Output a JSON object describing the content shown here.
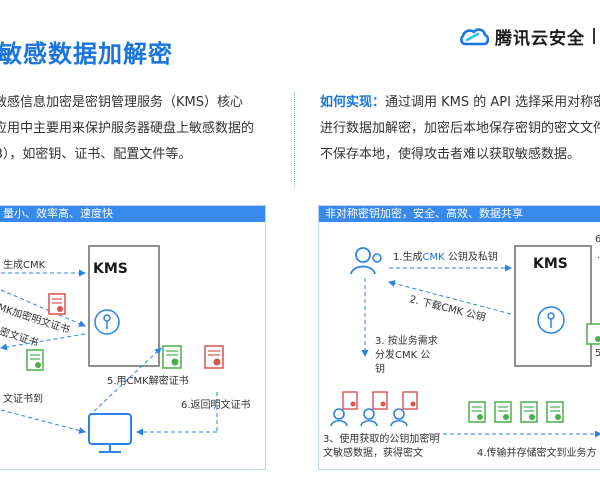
{
  "header": {
    "title": "敏感数据加解密",
    "brand": "腾讯云安全",
    "brand_separator": "|",
    "brand_cut": "云"
  },
  "left_intro": {
    "lines": [
      "敏感信息加密是密钥管理服务（KMS）核心",
      "应用中主要用来保护服务器硬盘上敏感数据的",
      "B），如密钥、证书、配置文件等。"
    ]
  },
  "right_intro": {
    "label": "如何实现：",
    "lines": [
      "通过调用 KMS 的 API 选择采用对称密",
      "进行数据加解密，加密后本地保存密钥的密文文件",
      "不保存本地，使得攻击者难以获取敏感数据。"
    ]
  },
  "left_panel": {
    "header": "量小、效率高、速度快",
    "kms": "KMS",
    "labels": {
      "step1": "生成CMK",
      "step1_cmk": "CMK",
      "step2": "MK加密明文证书",
      "step3": "密文证书",
      "step4": "文证书到",
      "step5": "5.用CMK解密证书",
      "step6": "6.返回明文证书"
    }
  },
  "right_panel": {
    "header": "非对称密钥加密，安全、高效、数据共享",
    "kms": "KMS",
    "labels": {
      "step1_pre": "1.生成",
      "step1_cmk": "CMK",
      "step1_post": " 公钥及私钥",
      "step2": "2. 下载CMK 公钥",
      "step3a": "3. 按业务需求",
      "step3b": "分发CMK 公",
      "step3c": "钥",
      "step3x_a": "3、使用获取的公钥加密明",
      "step3x_b": "文敏感数据，获得密文",
      "step4": "4.传输并存储密文到业务方",
      "step6_edge": "6.",
      "step_edge": "5.",
      "dot_edge": "."
    }
  },
  "colors": {
    "accent": "#1a74e0",
    "panel_head": "#3889ec",
    "cert_red": "#d9534f",
    "cert_green": "#4cae4c",
    "line_blue": "#2e82e6"
  }
}
